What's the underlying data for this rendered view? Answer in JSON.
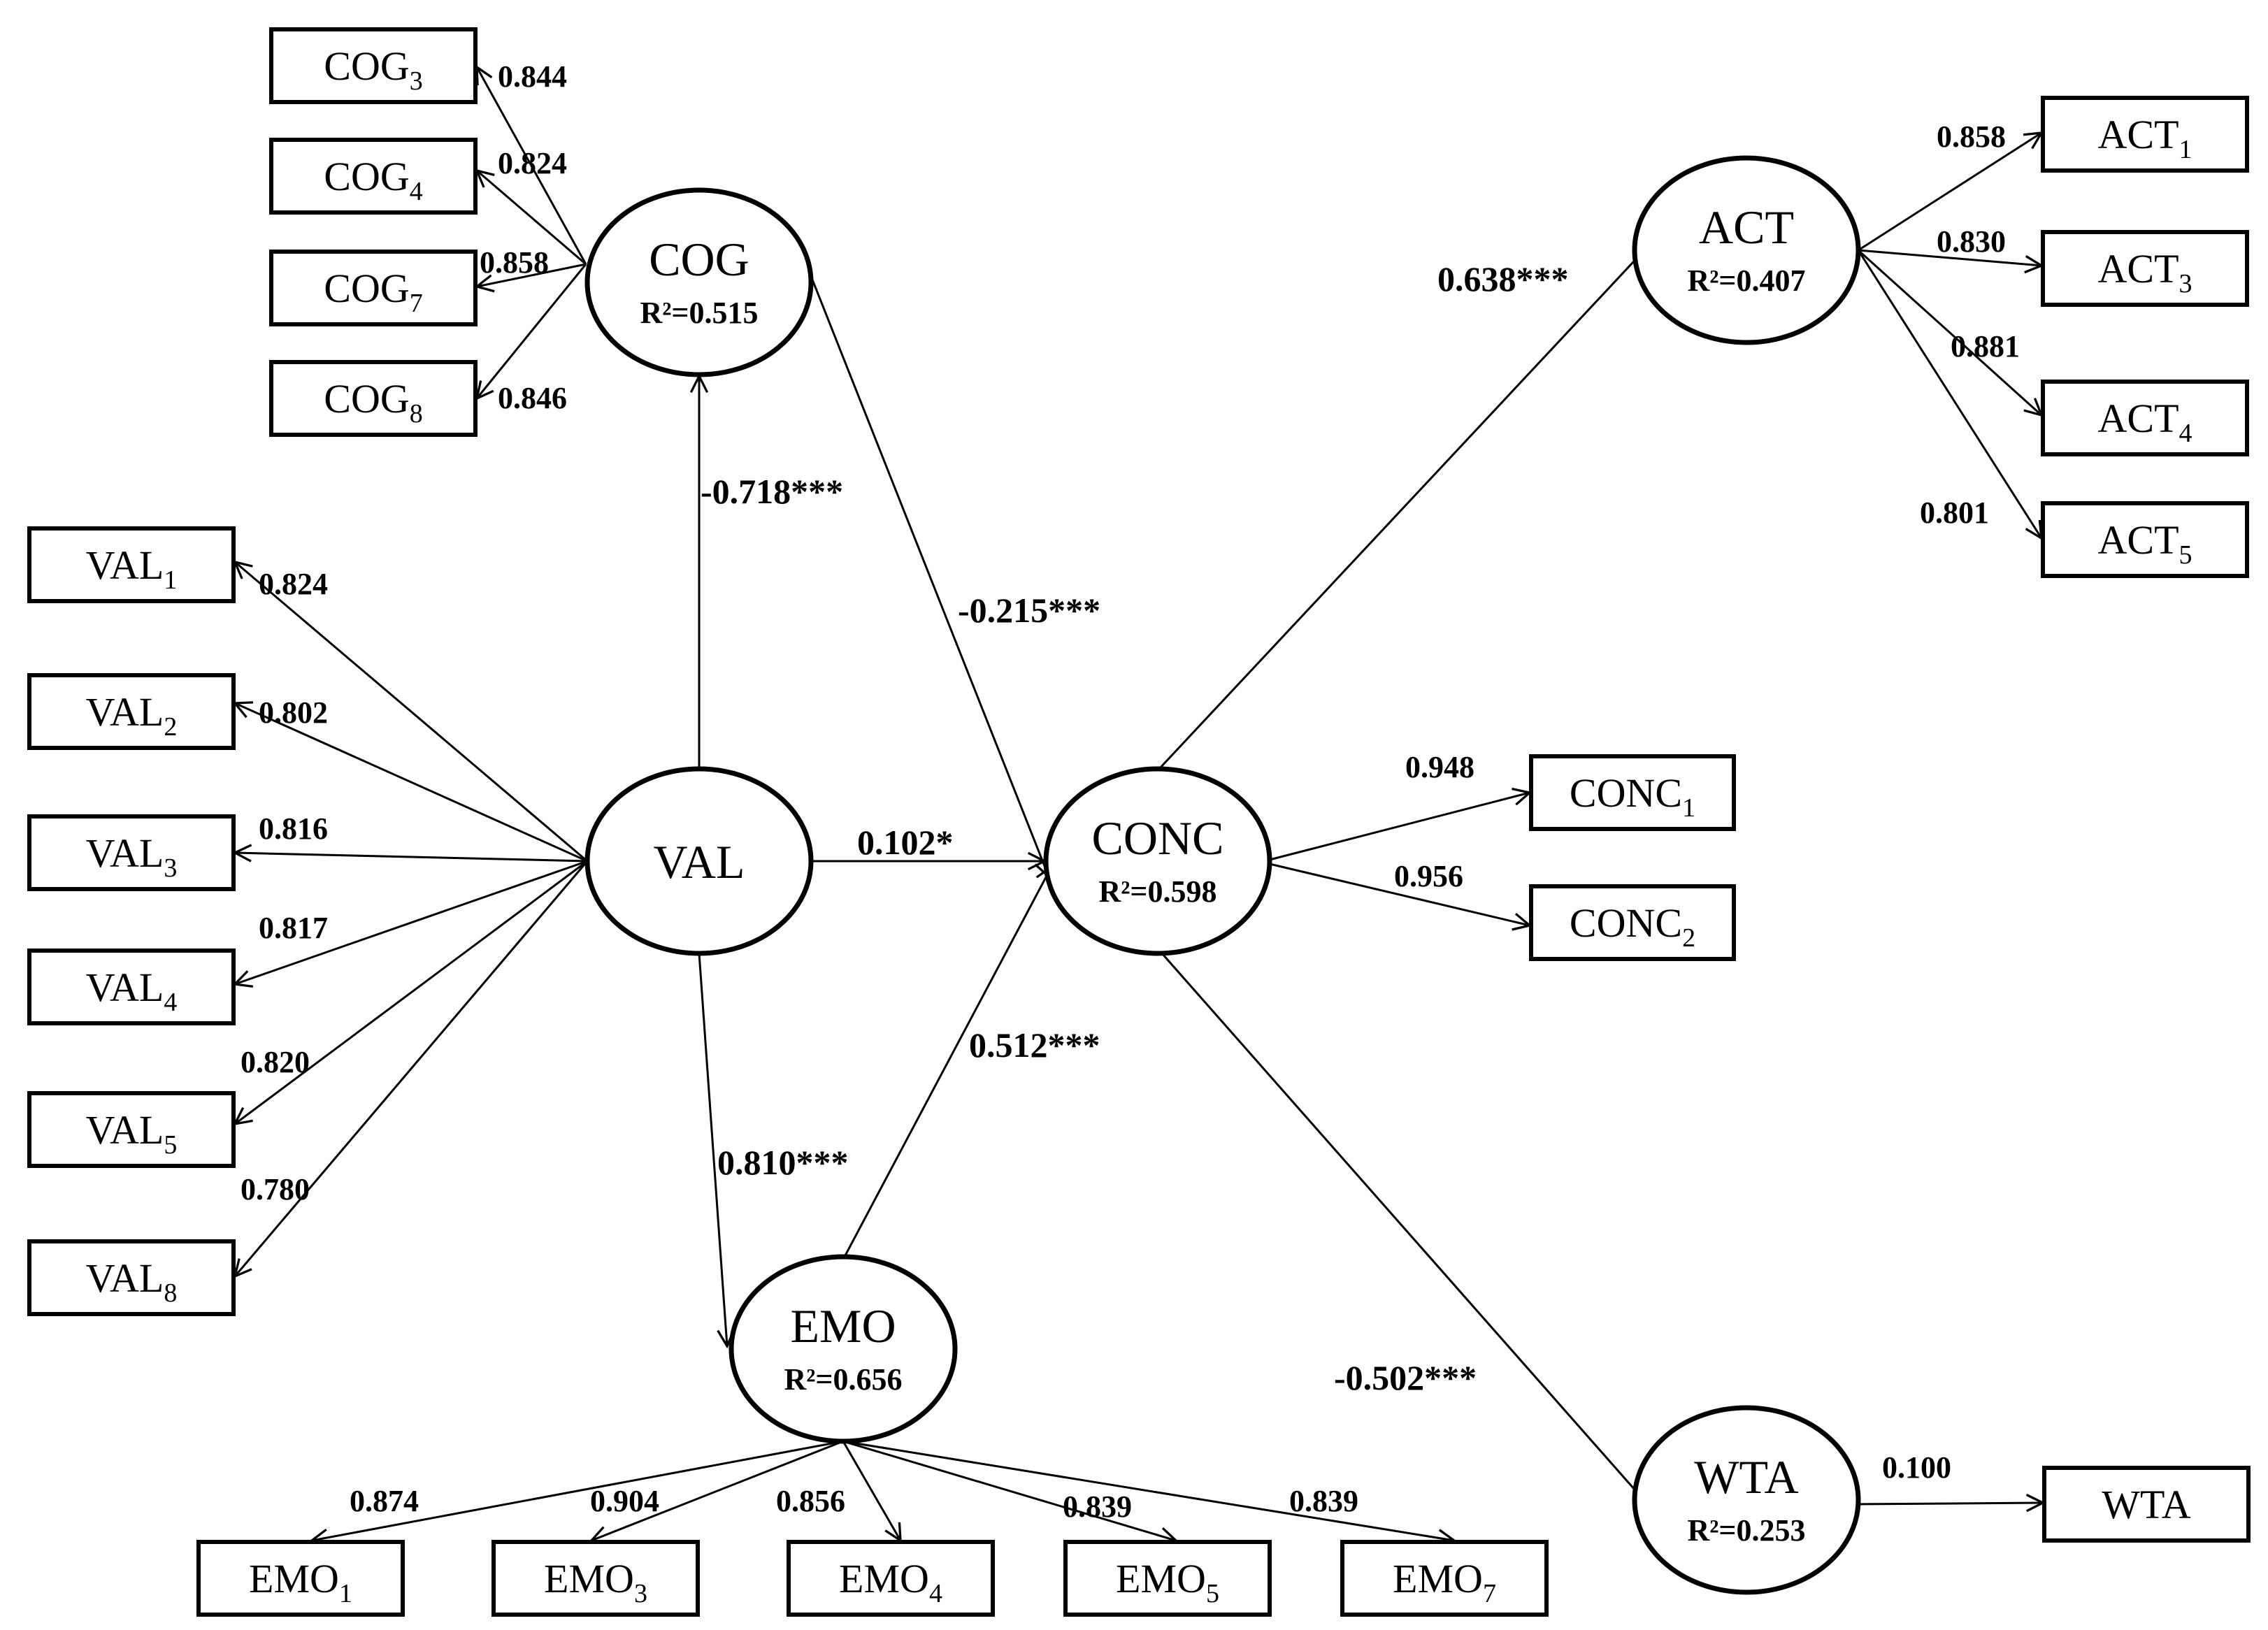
{
  "latents": [
    {
      "id": "COG",
      "name": "COG",
      "r2": "R²=0.515"
    },
    {
      "id": "VAL",
      "name": "VAL",
      "r2": ""
    },
    {
      "id": "CONC",
      "name": "CONC",
      "r2": "R²=0.598"
    },
    {
      "id": "EMO",
      "name": "EMO",
      "r2": "R²=0.656"
    },
    {
      "id": "ACT",
      "name": "ACT",
      "r2": "R²=0.407"
    },
    {
      "id": "WTA",
      "name": "WTA",
      "r2": "R²=0.253"
    }
  ],
  "indicators": [
    {
      "id": "COG3",
      "main": "COG",
      "sub": "3",
      "latent": "COG",
      "loading": "0.844"
    },
    {
      "id": "COG4",
      "main": "COG",
      "sub": "4",
      "latent": "COG",
      "loading": "0.824"
    },
    {
      "id": "COG7",
      "main": "COG",
      "sub": "7",
      "latent": "COG",
      "loading": "0.858"
    },
    {
      "id": "COG8",
      "main": "COG",
      "sub": "8",
      "latent": "COG",
      "loading": "0.846"
    },
    {
      "id": "VAL1",
      "main": "VAL",
      "sub": "1",
      "latent": "VAL",
      "loading": "0.824"
    },
    {
      "id": "VAL2",
      "main": "VAL",
      "sub": "2",
      "latent": "VAL",
      "loading": "0.802"
    },
    {
      "id": "VAL3",
      "main": "VAL",
      "sub": "3",
      "latent": "VAL",
      "loading": "0.816"
    },
    {
      "id": "VAL4",
      "main": "VAL",
      "sub": "4",
      "latent": "VAL",
      "loading": "0.817"
    },
    {
      "id": "VAL5",
      "main": "VAL",
      "sub": "5",
      "latent": "VAL",
      "loading": "0.820"
    },
    {
      "id": "VAL8",
      "main": "VAL",
      "sub": "8",
      "latent": "VAL",
      "loading": "0.780"
    },
    {
      "id": "ACT1",
      "main": "ACT",
      "sub": "1",
      "latent": "ACT",
      "loading": "0.858"
    },
    {
      "id": "ACT3",
      "main": "ACT",
      "sub": "3",
      "latent": "ACT",
      "loading": "0.830"
    },
    {
      "id": "ACT4",
      "main": "ACT",
      "sub": "4",
      "latent": "ACT",
      "loading": "0.881"
    },
    {
      "id": "ACT5",
      "main": "ACT",
      "sub": "5",
      "latent": "ACT",
      "loading": "0.801"
    },
    {
      "id": "CONC1",
      "main": "CONC",
      "sub": "1",
      "latent": "CONC",
      "loading": "0.948"
    },
    {
      "id": "CONC2",
      "main": "CONC",
      "sub": "2",
      "latent": "CONC",
      "loading": "0.956"
    },
    {
      "id": "EMO1",
      "main": "EMO",
      "sub": "1",
      "latent": "EMO",
      "loading": "0.874"
    },
    {
      "id": "EMO3",
      "main": "EMO",
      "sub": "3",
      "latent": "EMO",
      "loading": "0.904"
    },
    {
      "id": "EMO4",
      "main": "EMO",
      "sub": "4",
      "latent": "EMO",
      "loading": "0.856"
    },
    {
      "id": "EMO5",
      "main": "EMO",
      "sub": "5",
      "latent": "EMO",
      "loading": "0.839"
    },
    {
      "id": "EMO7",
      "main": "EMO",
      "sub": "7",
      "latent": "EMO",
      "loading": "0.839"
    },
    {
      "id": "WTAi",
      "main": "WTA",
      "sub": "",
      "latent": "WTA",
      "loading": "0.100"
    }
  ],
  "paths": [
    {
      "from": "VAL",
      "to": "COG",
      "coef": "-0.718***"
    },
    {
      "from": "COG",
      "to": "CONC",
      "coef": "-0.215***"
    },
    {
      "from": "VAL",
      "to": "CONC",
      "coef": "0.102*"
    },
    {
      "from": "VAL",
      "to": "EMO",
      "coef": "0.810***"
    },
    {
      "from": "EMO",
      "to": "CONC",
      "coef": "0.512***"
    },
    {
      "from": "CONC",
      "to": "ACT",
      "coef": "0.638***"
    },
    {
      "from": "CONC",
      "to": "WTA",
      "coef": "-0.502***"
    }
  ]
}
